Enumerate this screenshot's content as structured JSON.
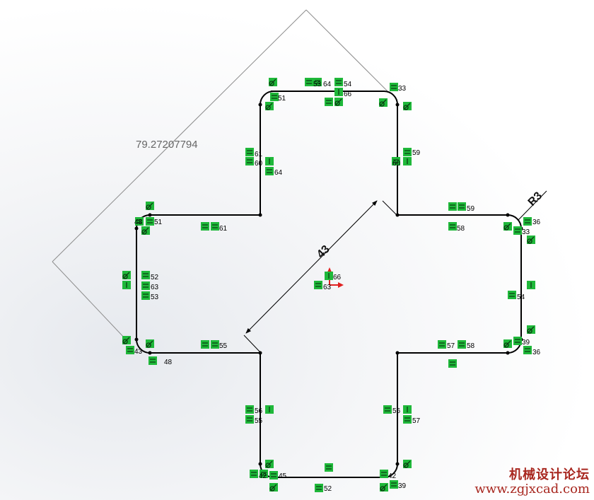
{
  "dimensions": {
    "aligned_length": "79.27207794",
    "width_dimension": "43",
    "fillet_radius": "R3"
  },
  "relation_numbers": [
    "51",
    "53",
    "64",
    "54",
    "66",
    "33",
    "61",
    "60",
    "64",
    "59",
    "60",
    "48",
    "51",
    "61",
    "59",
    "58",
    "36",
    "33",
    "52",
    "63",
    "53",
    "66",
    "63",
    "54",
    "43",
    "48",
    "55",
    "57",
    "58",
    "39",
    "36",
    "56",
    "55",
    "56",
    "57",
    "42",
    "45",
    "52",
    "42",
    "39"
  ],
  "watermark": {
    "title": "机械设计论坛",
    "url": "www.zgjxcad.com"
  },
  "colors": {
    "relation_badge": "#1fb83a",
    "sketch_line": "#000000",
    "dimension_line": "#8c8c8c",
    "origin_arrow": "#e02020",
    "watermark": "#a8271f"
  }
}
